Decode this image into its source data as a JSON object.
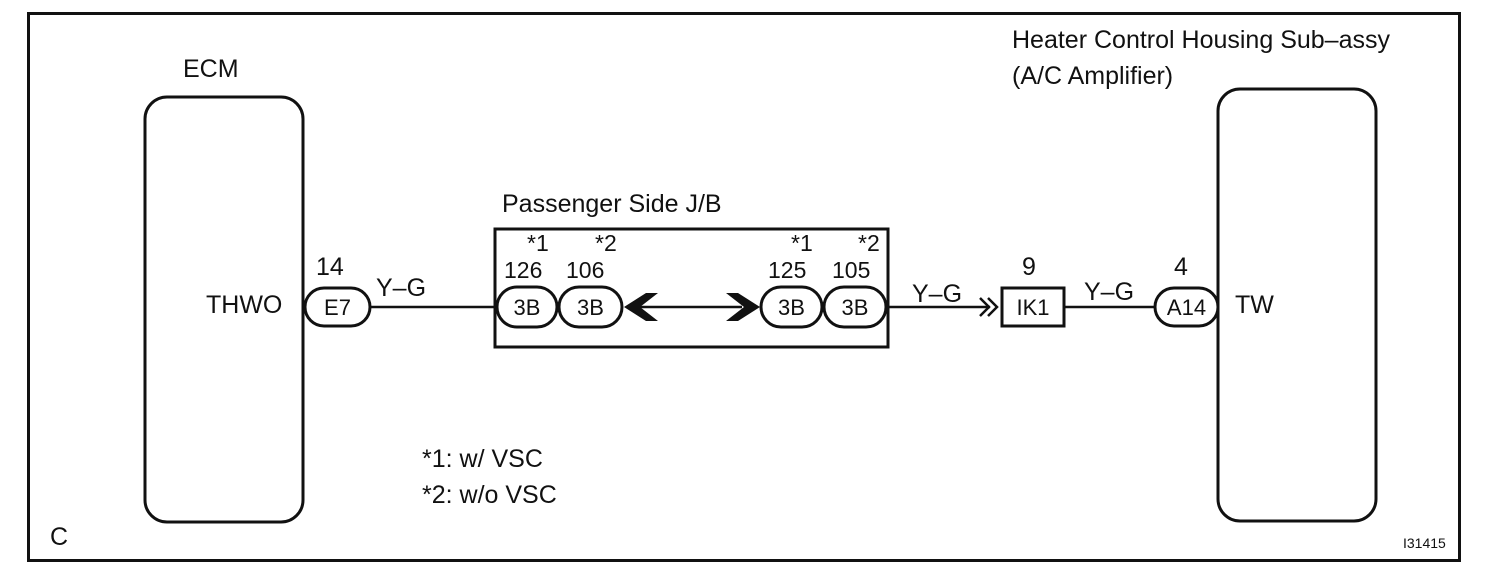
{
  "corner_code": "C",
  "figure_id": "I31415",
  "ecm": {
    "title": "ECM",
    "pin_name": "THWO",
    "pin_number": "14",
    "connector": "E7"
  },
  "wire_colors": {
    "ecm_to_jb": "Y–G",
    "jb_to_ik1": "Y–G",
    "ik1_to_amp": "Y–G"
  },
  "junction_box": {
    "title": "Passenger Side J/B",
    "left": [
      {
        "note": "*1",
        "pin": "126",
        "connector": "3B"
      },
      {
        "note": "*2",
        "pin": "106",
        "connector": "3B"
      }
    ],
    "right": [
      {
        "note": "*1",
        "pin": "125",
        "connector": "3B"
      },
      {
        "note": "*2",
        "pin": "105",
        "connector": "3B"
      }
    ]
  },
  "junction_connector": {
    "pin": "9",
    "name": "IK1"
  },
  "amplifier": {
    "title_line1": "Heater Control Housing Sub–assy",
    "title_line2": "(A/C Amplifier)",
    "pin_number": "4",
    "connector": "A14",
    "pin_name": "TW"
  },
  "notes": [
    "*1: w/ VSC",
    "*2: w/o VSC"
  ]
}
